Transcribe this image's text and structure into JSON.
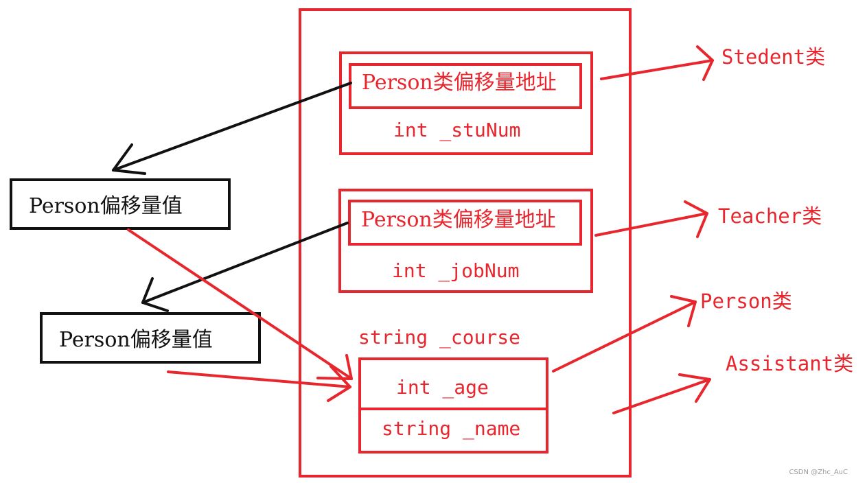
{
  "container": {
    "class_block_1": {
      "pointer_label": "Person类偏移量地址",
      "member": "int _stuNum"
    },
    "class_block_2": {
      "pointer_label": "Person类偏移量地址",
      "member": "int _jobNum"
    },
    "course_member": "string _course",
    "person_block": {
      "age_member": "int _age",
      "name_member": "string _name"
    }
  },
  "offset_boxes": [
    {
      "label": "Person偏移量值"
    },
    {
      "label": "Person偏移量值"
    }
  ],
  "class_labels": {
    "student": "Stedent类",
    "teacher": "Teacher类",
    "person": "Person类",
    "assistant": "Assistant类"
  },
  "watermark": "CSDN @Zhc_AuC",
  "colors": {
    "red": "#e8262e",
    "black": "#111111"
  }
}
